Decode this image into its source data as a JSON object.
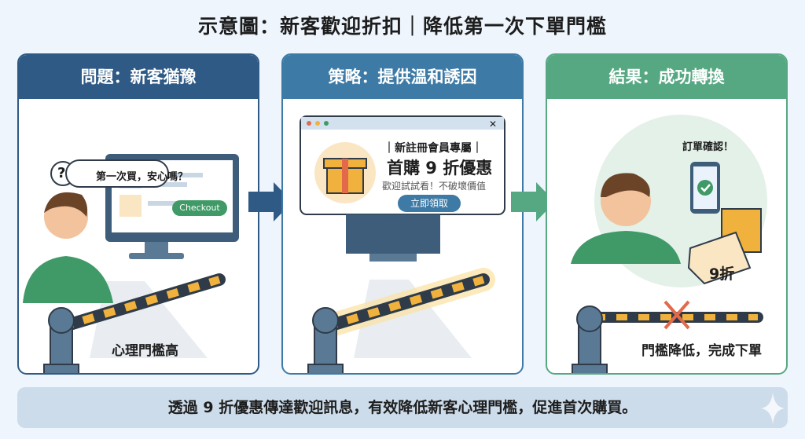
{
  "title": "示意圖：新客歡迎折扣｜降低第一次下單門檻",
  "panels": [
    {
      "header": "問題：新客猶豫",
      "bubble_icon": "?",
      "bubble": "第一次買，安心嗎？",
      "checkout": "Checkout",
      "caption": "心理門檻高",
      "color": "#2f5a85"
    },
    {
      "header": "策略：提供溫和誘因",
      "popup_tag": "｜新註冊會員專屬｜",
      "popup_title": "首購 9 折優惠",
      "popup_sub": "歡迎試試看！不破壞價值",
      "popup_button": "立即領取",
      "close": "✕",
      "color": "#3d7aa6"
    },
    {
      "header": "結果：成功轉換",
      "bubble": "訂單確認！",
      "tag": "9折",
      "caption": "門檻降低，完成下單",
      "color": "#56a882"
    }
  ],
  "summary": "透過 9 折優惠傳達歡迎訊息，有效降低新客心理門檻，促進首次購買。"
}
